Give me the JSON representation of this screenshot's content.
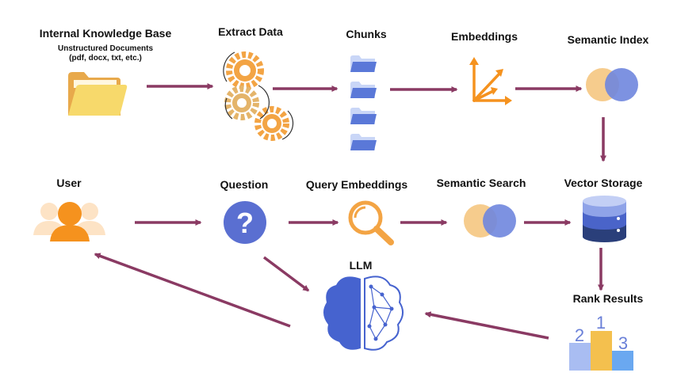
{
  "colors": {
    "arrow": "#8a3a63",
    "orange": "#f5921e",
    "gear_orange": "#f3a444",
    "gear_tan": "#e4b46a",
    "blue": "#5a6fd1",
    "folder_yellow": "#f7d96b",
    "folder_tan": "#e8a94b",
    "circle_peach": "#f6c987",
    "circle_blue": "#6f86de",
    "db_top": "#8fa3e8",
    "db_mid": "#4a64c9",
    "db_bottom": "#2a3f7a",
    "podium_gold": "#f4c04e",
    "podium_light": "#a9bdf2",
    "podium_blue": "#6aa8f0",
    "brain_blue": "#4663cf",
    "user_light": "#fde3c5"
  },
  "nodes": {
    "knowledge_base": {
      "title": "Internal Knowledge Base",
      "subtitle_line1": "Unstructured Documents",
      "subtitle_line2": "(pdf, docx, txt, etc.)",
      "icon": "folder-icon"
    },
    "extract_data": {
      "title": "Extract Data",
      "icon": "gears-icon"
    },
    "chunks": {
      "title": "Chunks",
      "icon": "folders-stack-icon"
    },
    "embeddings": {
      "title": "Embeddings",
      "icon": "vector-axes-icon"
    },
    "semantic_index": {
      "title": "Semantic Index",
      "icon": "venn-icon"
    },
    "user": {
      "title": "User",
      "icon": "users-icon"
    },
    "question": {
      "title": "Question",
      "icon": "question-icon",
      "glyph": "?"
    },
    "query_embeddings": {
      "title": "Query Embeddings",
      "icon": "magnifier-icon"
    },
    "semantic_search": {
      "title": "Semantic Search",
      "icon": "venn-icon"
    },
    "vector_storage": {
      "title": "Vector Storage",
      "icon": "database-icon"
    },
    "llm": {
      "title": "LLM",
      "icon": "brain-icon"
    },
    "rank_results": {
      "title": "Rank Results",
      "icon": "podium-icon",
      "places": [
        "2",
        "1",
        "3"
      ]
    }
  },
  "edges": [
    {
      "from": "knowledge_base",
      "to": "extract_data"
    },
    {
      "from": "extract_data",
      "to": "chunks"
    },
    {
      "from": "chunks",
      "to": "embeddings"
    },
    {
      "from": "embeddings",
      "to": "semantic_index"
    },
    {
      "from": "semantic_index",
      "to": "vector_storage"
    },
    {
      "from": "user",
      "to": "question"
    },
    {
      "from": "question",
      "to": "query_embeddings"
    },
    {
      "from": "query_embeddings",
      "to": "semantic_search"
    },
    {
      "from": "semantic_search",
      "to": "vector_storage"
    },
    {
      "from": "vector_storage",
      "to": "rank_results"
    },
    {
      "from": "rank_results",
      "to": "llm"
    },
    {
      "from": "question",
      "to": "llm"
    },
    {
      "from": "llm",
      "to": "user"
    }
  ]
}
